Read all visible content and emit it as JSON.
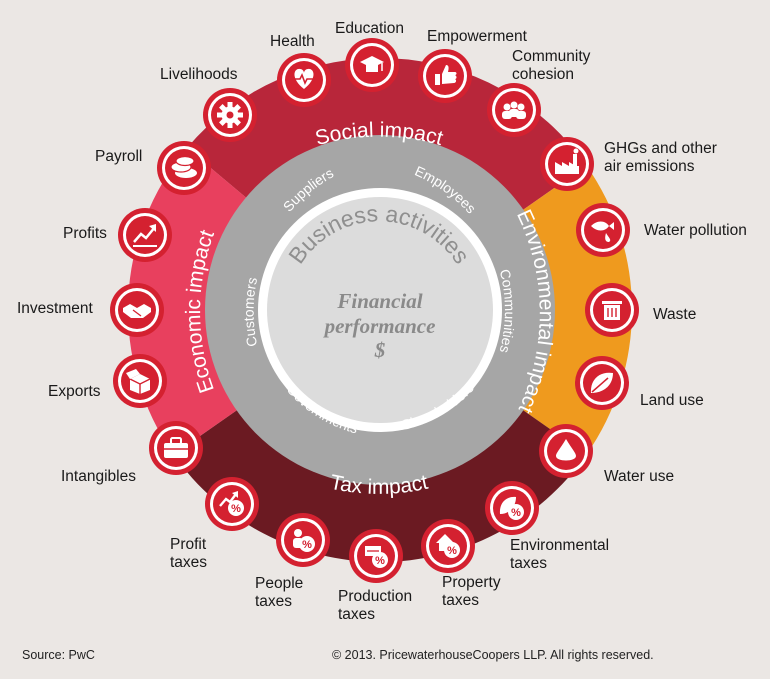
{
  "center": {
    "ring_title": "Business activities",
    "core_line1": "Financial",
    "core_line2": "performance",
    "core_line3": "$"
  },
  "stakeholders": {
    "suppliers": "Suppliers",
    "employees": "Employees",
    "communities": "Communities",
    "shareholders": "Shareholders",
    "governments": "Governments",
    "customers": "Customers"
  },
  "segments": {
    "social": "Social impact",
    "environmental": "Environmental impact",
    "tax": "Tax impact",
    "economic": "Economic impact"
  },
  "items": {
    "health": "Health",
    "education": "Education",
    "empowerment": "Empowerment",
    "community_cohesion": [
      "Community",
      "cohesion"
    ],
    "ghgs": [
      "GHGs and other",
      "air emissions"
    ],
    "water_pollution": "Water pollution",
    "waste": "Waste",
    "land_use": "Land use",
    "water_use": "Water use",
    "environmental_taxes": [
      "Environmental",
      "taxes"
    ],
    "property_taxes": [
      "Property",
      "taxes"
    ],
    "production_taxes": [
      "Production",
      "taxes"
    ],
    "people_taxes": [
      "People",
      "taxes"
    ],
    "profit_taxes": [
      "Profit",
      "taxes"
    ],
    "intangibles": "Intangibles",
    "exports": "Exports",
    "investment": "Investment",
    "profits": "Profits",
    "payroll": "Payroll",
    "livelihoods": "Livelihoods"
  },
  "footer": {
    "source": "Source: PwC",
    "copyright": "© 2013. PricewaterhouseCoopers LLP. All rights reserved."
  },
  "colors": {
    "social": "#b8263a",
    "environmental": "#ef9a1e",
    "tax": "#6b1a22",
    "economic": "#e8405e",
    "ring_gray": "#a6a6a6",
    "inner_light": "#dcdcdc",
    "icon_red": "#d42130",
    "background": "#ebe7e4"
  }
}
